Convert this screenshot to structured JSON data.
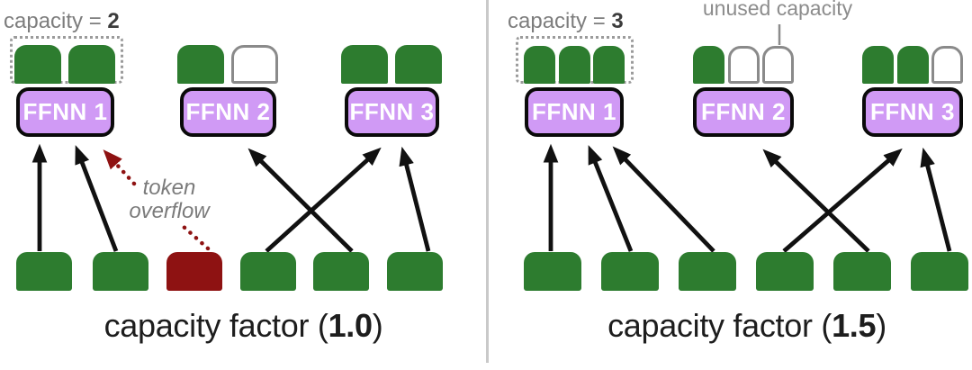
{
  "figure": {
    "left_panel": {
      "caption": {
        "prefix": "capacity factor (",
        "value": "1.0",
        "suffix": ")"
      },
      "capacity_note": {
        "prefix": "capacity = ",
        "value": "2"
      },
      "overflow_note": {
        "line1": "token",
        "line2": "overflow"
      },
      "experts": [
        {
          "label": "FFNN 1",
          "slots": [
            "used",
            "used"
          ]
        },
        {
          "label": "FFNN 2",
          "slots": [
            "used",
            "empty"
          ]
        },
        {
          "label": "FFNN 3",
          "slots": [
            "used",
            "used"
          ]
        }
      ],
      "tokens": [
        "routed",
        "routed",
        "overflow",
        "routed",
        "routed",
        "routed"
      ],
      "routes": [
        {
          "from_token": 1,
          "to_expert": "FFNN 1",
          "style": "solid",
          "line": [
            44,
            279,
            44,
            166
          ]
        },
        {
          "from_token": 2,
          "to_expert": "FFNN 1",
          "style": "solid",
          "line": [
            129,
            279,
            86,
            167
          ]
        },
        {
          "from_token": 3,
          "to_expert": "FFNN 1",
          "style": "overflow_dotted",
          "segments": [
            [
              231,
              276,
              203,
              251
            ],
            [
              149,
              204,
              119,
              171
            ]
          ]
        },
        {
          "from_token": 4,
          "to_expert": "FFNN 3",
          "style": "solid",
          "line": [
            296,
            279,
            419,
            168
          ]
        },
        {
          "from_token": 5,
          "to_expert": "FFNN 2",
          "style": "solid",
          "line": [
            391,
            279,
            280,
            169
          ]
        },
        {
          "from_token": 6,
          "to_expert": "FFNN 3",
          "style": "solid",
          "line": [
            476,
            279,
            448,
            169
          ]
        }
      ]
    },
    "right_panel": {
      "caption": {
        "prefix": "capacity factor (",
        "value": "1.5",
        "suffix": ")"
      },
      "capacity_note": {
        "prefix": "capacity = ",
        "value": "3"
      },
      "unused_note": {
        "label": "unused capacity"
      },
      "experts": [
        {
          "label": "FFNN 1",
          "slots": [
            "used",
            "used",
            "used"
          ]
        },
        {
          "label": "FFNN 2",
          "slots": [
            "used",
            "empty",
            "empty"
          ]
        },
        {
          "label": "FFNN 3",
          "slots": [
            "used",
            "used",
            "empty"
          ]
        }
      ],
      "tokens": [
        "routed",
        "routed",
        "routed",
        "routed",
        "routed",
        "routed"
      ],
      "routes": [
        {
          "from_token": 1,
          "to_expert": "FFNN 1",
          "style": "solid",
          "line": [
            612,
            279,
            612,
            166
          ]
        },
        {
          "from_token": 2,
          "to_expert": "FFNN 1",
          "style": "solid",
          "line": [
            701,
            279,
            656,
            167
          ]
        },
        {
          "from_token": 3,
          "to_expert": "FFNN 1",
          "style": "solid",
          "line": [
            793,
            279,
            685,
            167
          ]
        },
        {
          "from_token": 4,
          "to_expert": "FFNN 3",
          "style": "solid",
          "line": [
            871,
            279,
            998,
            169
          ]
        },
        {
          "from_token": 5,
          "to_expert": "FFNN 2",
          "style": "solid",
          "line": [
            965,
            279,
            852,
            170
          ]
        },
        {
          "from_token": 6,
          "to_expert": "FFNN 3",
          "style": "solid",
          "line": [
            1055,
            279,
            1027,
            170
          ]
        }
      ]
    },
    "colors": {
      "token_green": "#2d7c2f",
      "overflow_red": "#8e1212",
      "expert_purple": "#d09af5",
      "arrow_black": "#111111",
      "muted_gray": "#7d7d7d",
      "slot_border_gray": "#8a8a8a",
      "divider_gray": "#c9c9c9"
    }
  }
}
